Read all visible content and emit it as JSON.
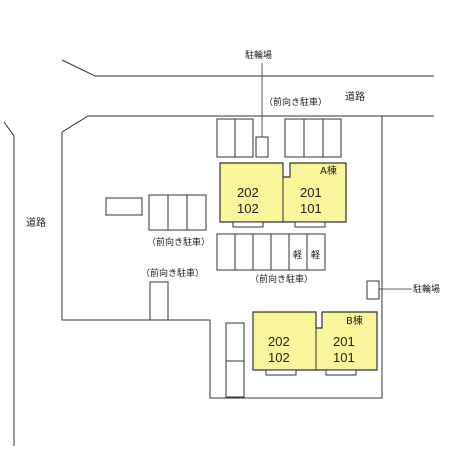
{
  "colors": {
    "building_fill": "#f8f59a",
    "stroke": "#333333",
    "background": "#ffffff"
  },
  "labels": {
    "road_top": "道路",
    "road_left": "道路",
    "bicycle_top": "駐輪場",
    "bicycle_right": "駐輪場",
    "parking_forward_top": "（前向き駐車）",
    "parking_forward_left_upper": "（前向き駐車）",
    "parking_forward_left_lower": "（前向き駐車）",
    "parking_forward_middle": "（前向き駐車）",
    "kei_1": "軽",
    "kei_2": "軽"
  },
  "buildings": {
    "a": {
      "name": "A棟",
      "units": [
        {
          "upper": "202",
          "lower": "102"
        },
        {
          "upper": "201",
          "lower": "101"
        }
      ]
    },
    "b": {
      "name": "B棟",
      "units": [
        {
          "upper": "202",
          "lower": "102"
        },
        {
          "upper": "201",
          "lower": "101"
        }
      ]
    }
  }
}
